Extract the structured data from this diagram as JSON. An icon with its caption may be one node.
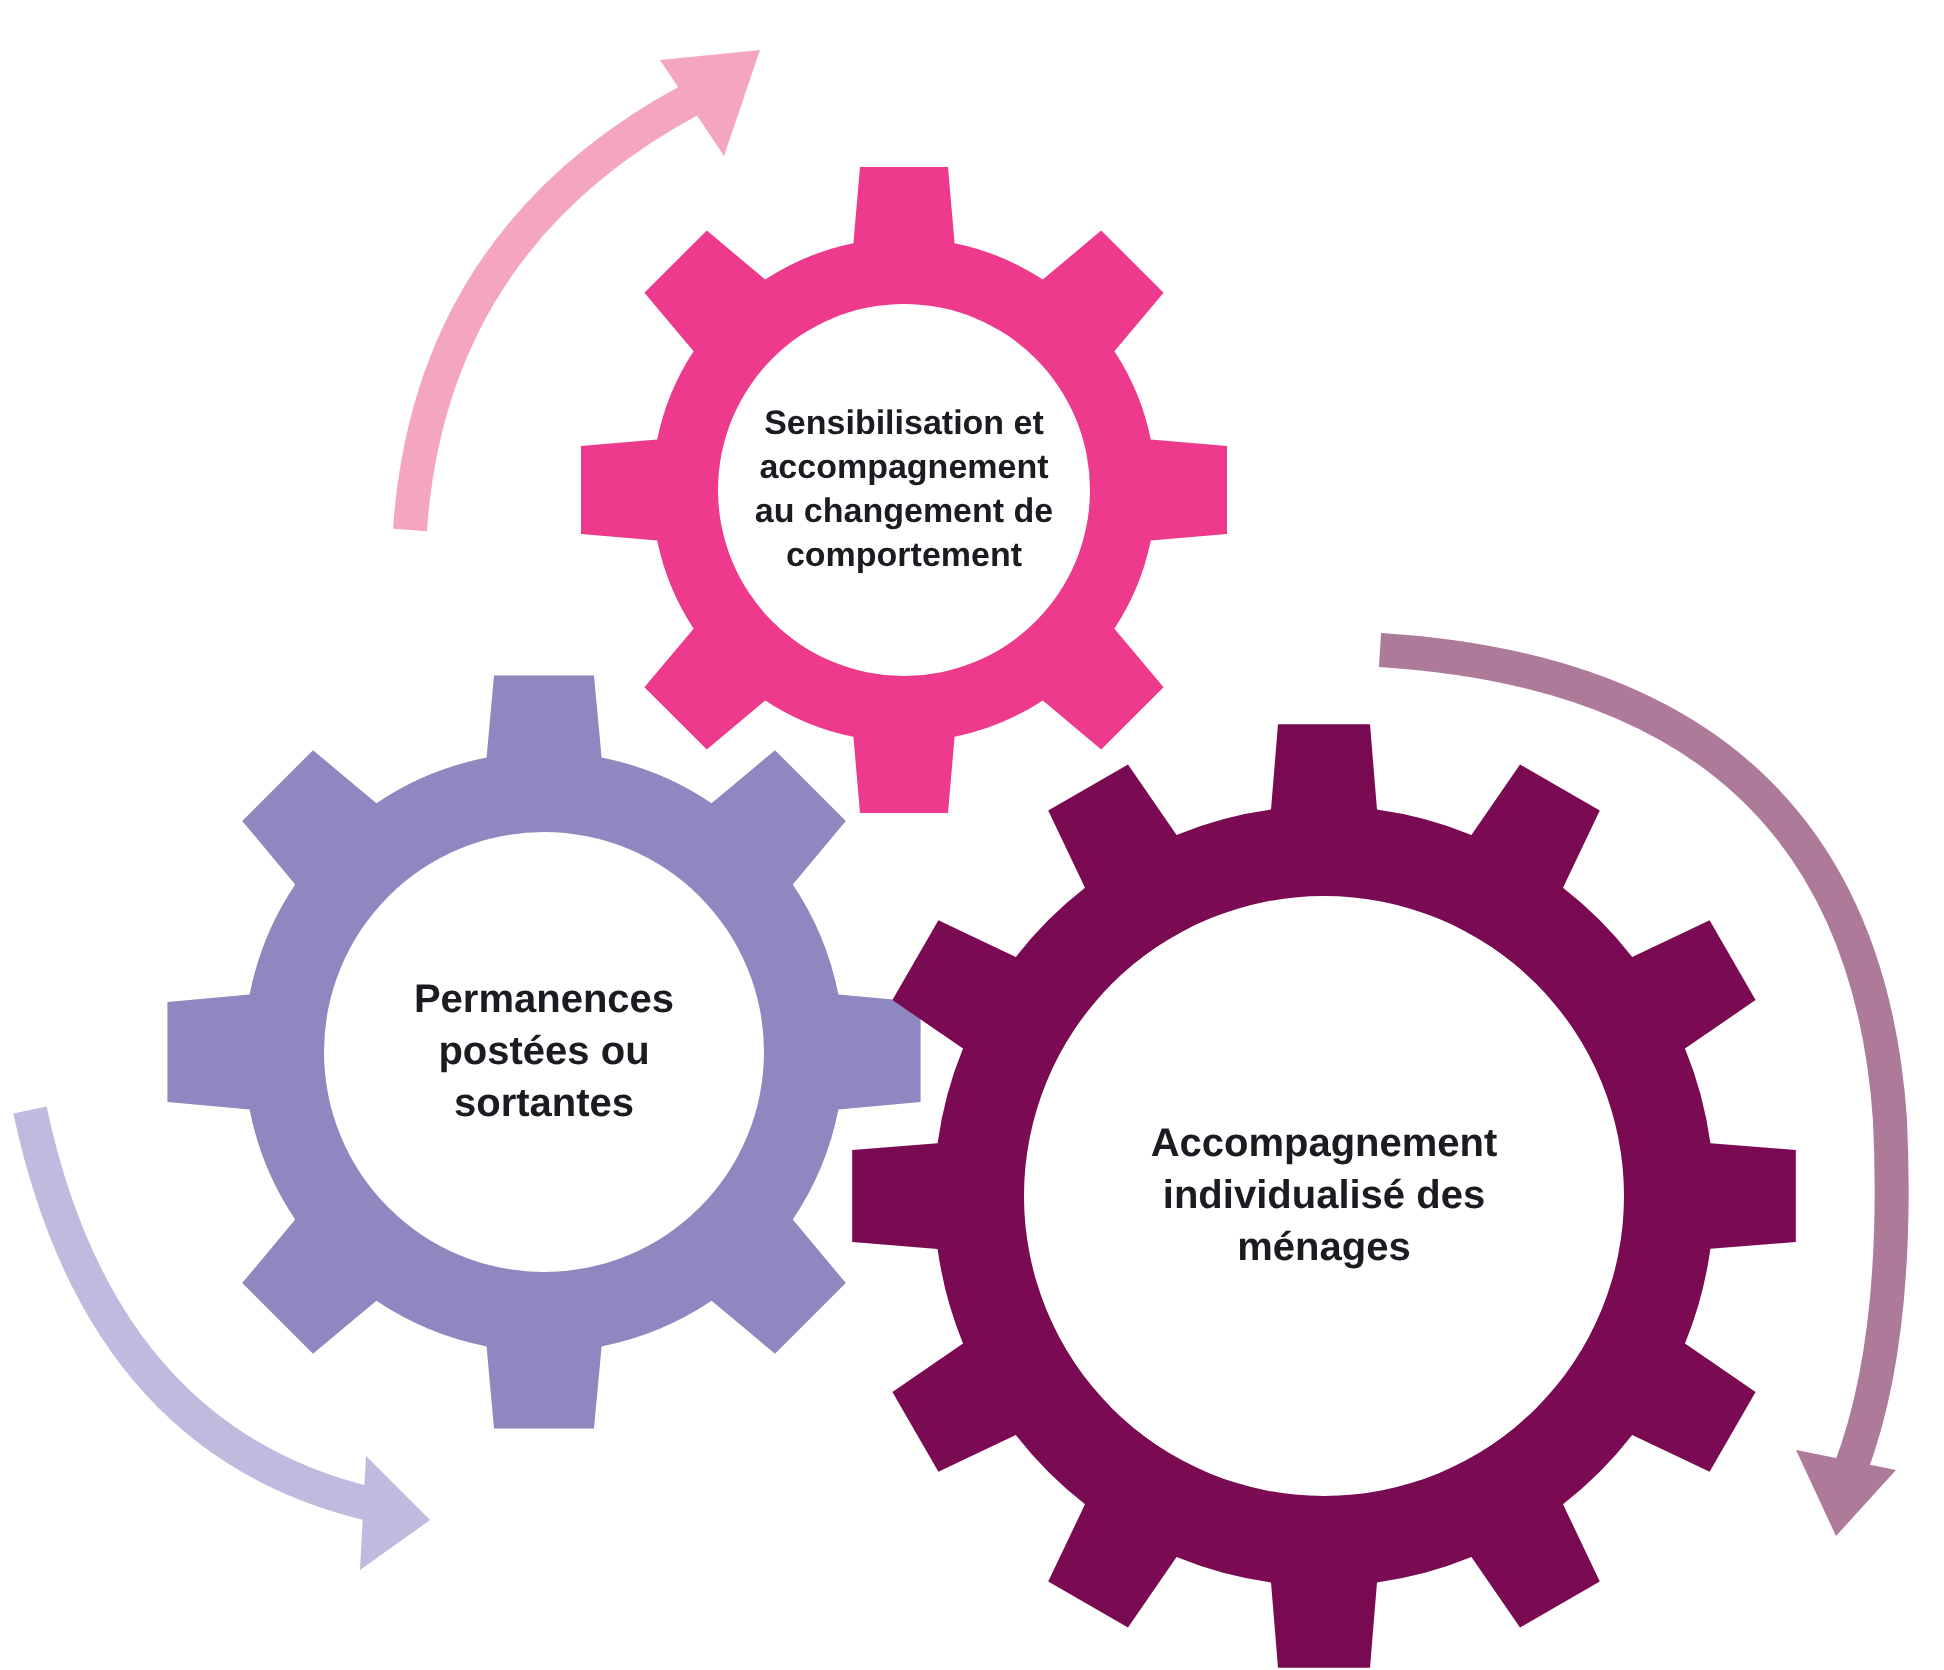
{
  "diagram": {
    "nodes": [
      {
        "text": [
          "Sensibilisation et accompagnement au changement de comportement"
        ]
      },
      {
        "text": [
          "Permanences postées ou sortantes"
        ]
      },
      {
        "text": [
          "Accompagnement individualisé des ménages"
        ]
      }
    ]
  }
}
